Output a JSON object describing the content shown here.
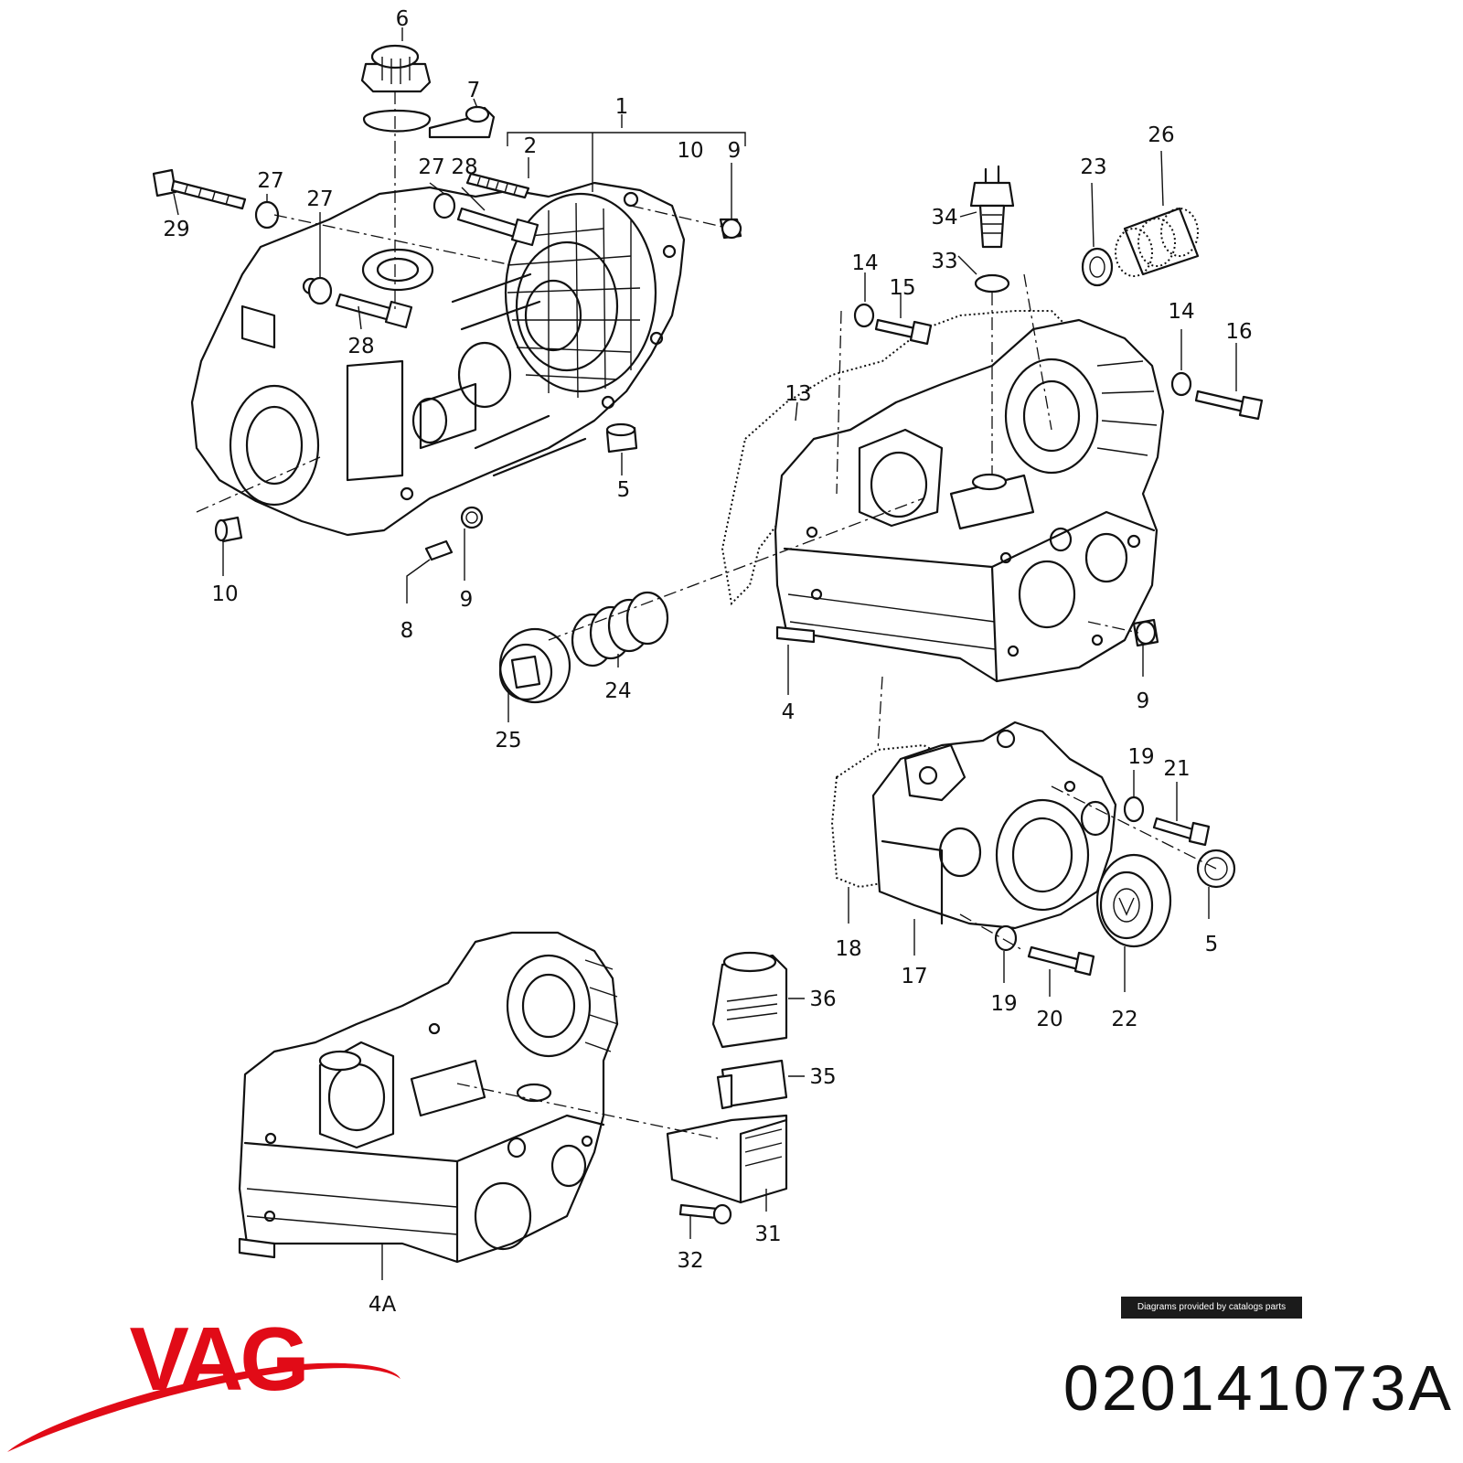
{
  "brand": {
    "logo_text": "VAG",
    "color": "#e10b17"
  },
  "part_number": "020141073A",
  "credit": "Diagrams provided by catalogs parts",
  "callouts": [
    {
      "id": "c6",
      "text": "6"
    },
    {
      "id": "c7",
      "text": "7"
    },
    {
      "id": "c1",
      "text": "1"
    },
    {
      "id": "c2",
      "text": "2"
    },
    {
      "id": "c10a",
      "text": "10"
    },
    {
      "id": "c9a",
      "text": "9"
    },
    {
      "id": "c27a",
      "text": "27"
    },
    {
      "id": "c28a",
      "text": "28"
    },
    {
      "id": "c27b",
      "text": "27"
    },
    {
      "id": "c27c",
      "text": "27"
    },
    {
      "id": "c29",
      "text": "29"
    },
    {
      "id": "c28b",
      "text": "28"
    },
    {
      "id": "c5a",
      "text": "5"
    },
    {
      "id": "c10b",
      "text": "10"
    },
    {
      "id": "c9b",
      "text": "9"
    },
    {
      "id": "c8",
      "text": "8"
    },
    {
      "id": "c26",
      "text": "26"
    },
    {
      "id": "c23",
      "text": "23"
    },
    {
      "id": "c34",
      "text": "34"
    },
    {
      "id": "c33",
      "text": "33"
    },
    {
      "id": "c14a",
      "text": "14"
    },
    {
      "id": "c15",
      "text": "15"
    },
    {
      "id": "c14b",
      "text": "14"
    },
    {
      "id": "c16",
      "text": "16"
    },
    {
      "id": "c13",
      "text": "13"
    },
    {
      "id": "c24",
      "text": "24"
    },
    {
      "id": "c25",
      "text": "25"
    },
    {
      "id": "c4",
      "text": "4"
    },
    {
      "id": "c9c",
      "text": "9"
    },
    {
      "id": "c19a",
      "text": "19"
    },
    {
      "id": "c21",
      "text": "21"
    },
    {
      "id": "c18",
      "text": "18"
    },
    {
      "id": "c17",
      "text": "17"
    },
    {
      "id": "c5b",
      "text": "5"
    },
    {
      "id": "c19b",
      "text": "19"
    },
    {
      "id": "c20",
      "text": "20"
    },
    {
      "id": "c22",
      "text": "22"
    },
    {
      "id": "c36",
      "text": "36"
    },
    {
      "id": "c35",
      "text": "35"
    },
    {
      "id": "c31",
      "text": "31"
    },
    {
      "id": "c32",
      "text": "32"
    },
    {
      "id": "c4a",
      "text": "4A"
    }
  ]
}
